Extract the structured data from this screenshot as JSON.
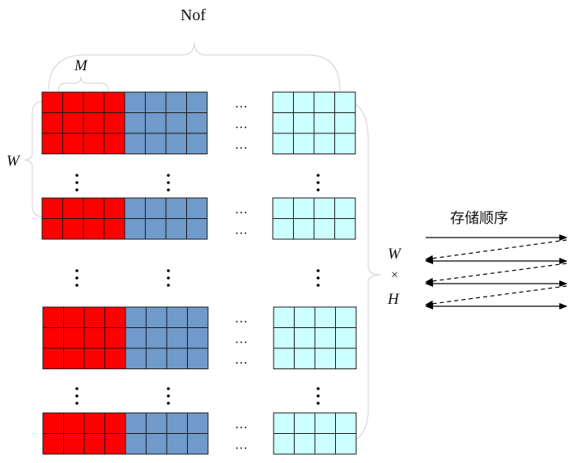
{
  "labels": {
    "nof": "Nof",
    "m": "M",
    "w": "W",
    "order_title": "存储顺序",
    "w2": "W",
    "times": "×",
    "h": "H"
  },
  "colors": {
    "red": "#ff0000",
    "blue": "#6f9ac9",
    "cyan": "#ccffff",
    "grid": "#1a1a1a",
    "brace": "#d9d9d9",
    "arrow": "#000000"
  },
  "groups": [
    {
      "rows": 3,
      "cols": 4,
      "colors": [
        "red",
        "blue",
        "cyan"
      ]
    },
    {
      "rows": 2,
      "cols": 4,
      "colors": [
        "red",
        "blue",
        "cyan"
      ]
    },
    {
      "rows": 3,
      "cols": 4,
      "colors": [
        "red",
        "blue",
        "cyan"
      ]
    },
    {
      "rows": 2,
      "cols": 4,
      "colors": [
        "red",
        "blue",
        "cyan"
      ]
    }
  ],
  "ellipsis_glyph": "⋮"
}
